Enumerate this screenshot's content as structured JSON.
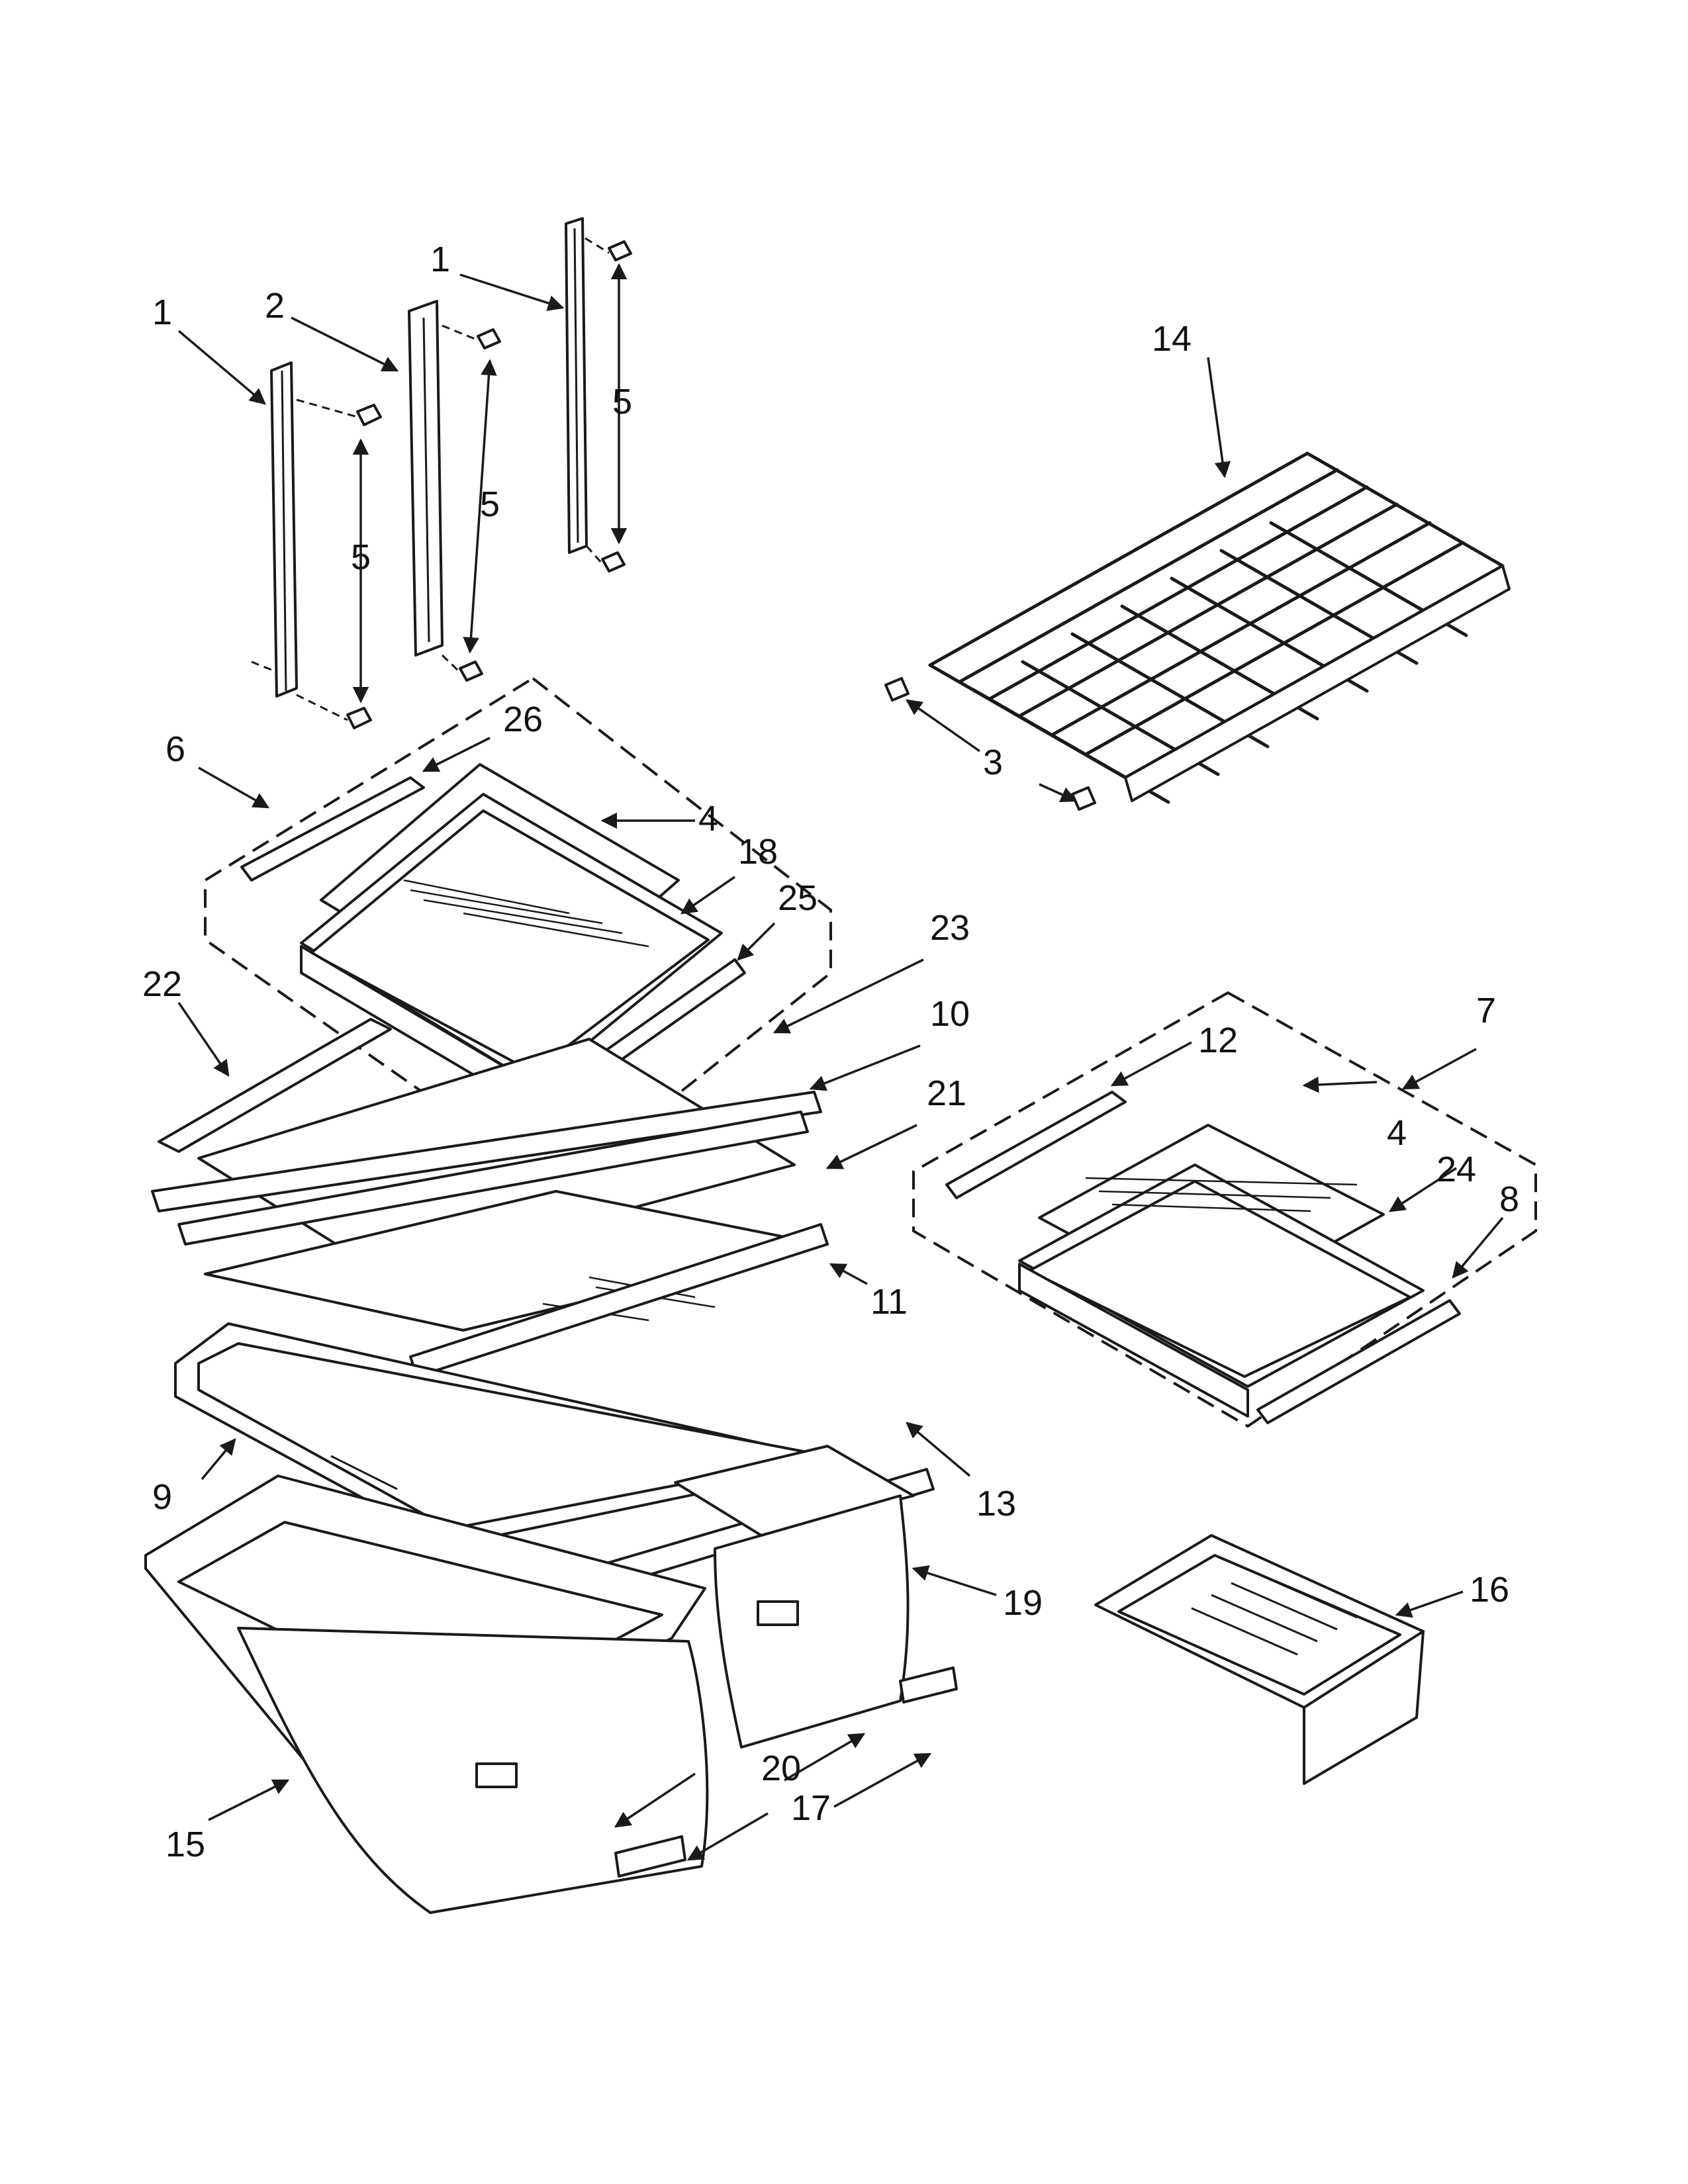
{
  "diagram": {
    "callouts": {
      "c1a": "1",
      "c1b": "1",
      "c2": "2",
      "c3": "3",
      "c4a": "4",
      "c4b": "4",
      "c5a": "5",
      "c5b": "5",
      "c5c": "5",
      "c6": "6",
      "c7": "7",
      "c8": "8",
      "c9": "9",
      "c10": "10",
      "c11": "11",
      "c12": "12",
      "c13": "13",
      "c14": "14",
      "c15": "15",
      "c16": "16",
      "c17": "17",
      "c18": "18",
      "c19": "19",
      "c20": "20",
      "c21": "21",
      "c22": "22",
      "c23": "23",
      "c24": "24",
      "c25": "25",
      "c26": "26"
    }
  }
}
